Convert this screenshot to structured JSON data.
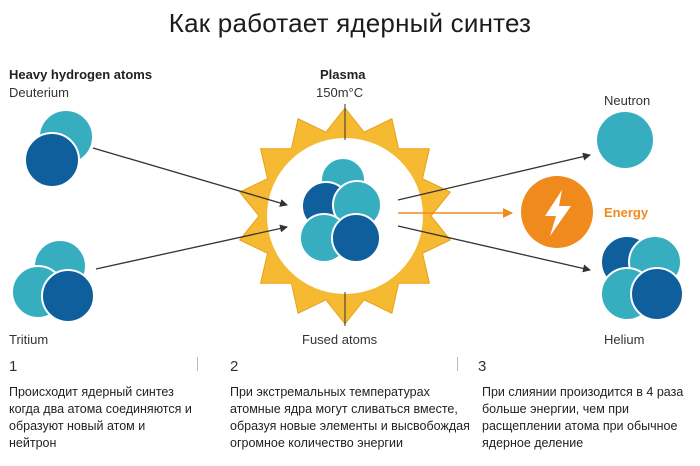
{
  "title": "Как работает ядерный синтез",
  "left": {
    "heading": "Heavy hydrogen atoms",
    "deuterium": "Deuterium",
    "tritium": "Tritium"
  },
  "center": {
    "plasma": "Plasma",
    "temperature": "150m°C",
    "fused": "Fused atoms"
  },
  "right": {
    "neutron": "Neutron",
    "energy": "Energy",
    "helium": "Helium"
  },
  "steps": [
    {
      "num": "1",
      "text": "Происходит ядерный синтез когда два атома соединяются и образуют новый атом и нейтрон"
    },
    {
      "num": "2",
      "text": "При экстремальных температурах атомные ядра могут сливаться вместе, образуя новые элементы и высвобождая огромное количество энергии"
    },
    {
      "num": "3",
      "text": "При слиянии произодится в 4 раза больше энергии, чем при расщеплении атома при обычное ядерное деление"
    }
  ],
  "colors": {
    "proton": "#36aec0",
    "neutron": "#0f5f9c",
    "sun": "#f5b932",
    "energy": "#f08a1c",
    "arrow": "#333333"
  }
}
